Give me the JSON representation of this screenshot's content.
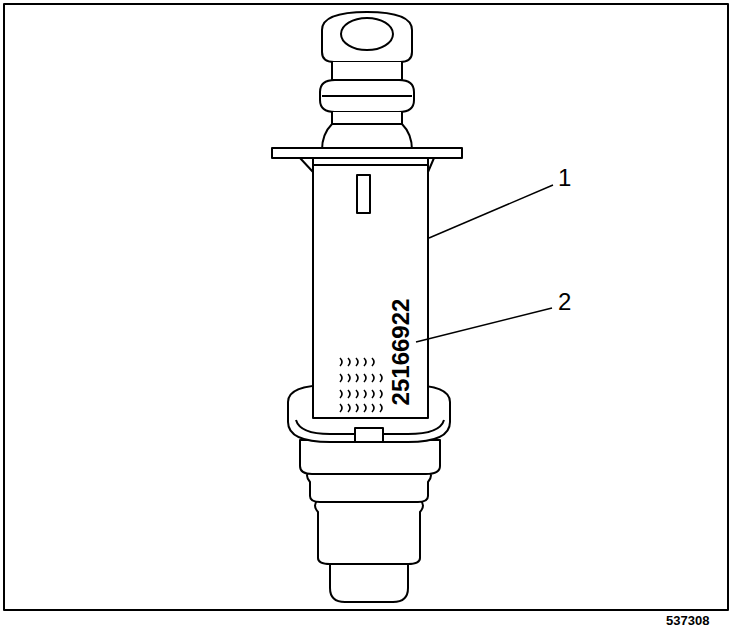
{
  "diagram": {
    "labels": [
      "1",
      "2",
      "25166922",
      "537308"
    ]
  }
}
